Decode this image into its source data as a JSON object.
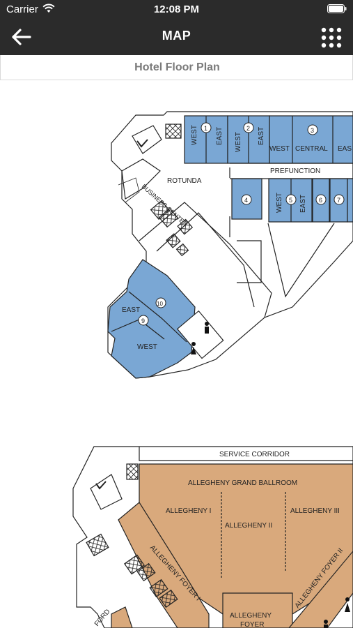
{
  "status": {
    "carrier": "Carrier",
    "time": "12:08 PM"
  },
  "nav": {
    "title": "MAP"
  },
  "subheader": {
    "title": "Hotel Floor Plan"
  },
  "plan_upper": {
    "rooms": {
      "r1_west": "WEST",
      "r1_num": "1",
      "r1_east": "EAST",
      "r2_west": "WEST",
      "r2_num": "2",
      "r2_east": "EAST",
      "r3_num": "3",
      "r3_west": "WEST",
      "r3_central": "CENTRAL",
      "r3_east": "EAS",
      "rotunda": "ROTUNDA",
      "prefunction": "PREFUNCTION",
      "business": "BUSINESS CENTER",
      "r4": "4",
      "r5_west": "WEST",
      "r5_num": "5",
      "r5_east": "EAST",
      "r6": "6",
      "r7": "7",
      "r10": "10",
      "r9_east": "EAST",
      "r9_num": "9",
      "r9_west": "WEST"
    }
  },
  "plan_lower": {
    "labels": {
      "service": "SERVICE CORRIDOR",
      "grand": "ALLEGHENY GRAND BALLROOM",
      "a1": "ALLEGHENY I",
      "a2": "ALLEGHENY II",
      "a3": "ALLEGHENY III",
      "foyer1": "ALLEGHENY FOYER I",
      "foyer2": "ALLEGHENY FOYER II",
      "foyer_a": "ALLEGHENY",
      "foyer_b": "FOYER",
      "ford": "FORD"
    }
  },
  "colors": {
    "bar": "#2b2b2b",
    "blue_room": "#7aa7d4",
    "tan_room": "#d9a97c"
  }
}
